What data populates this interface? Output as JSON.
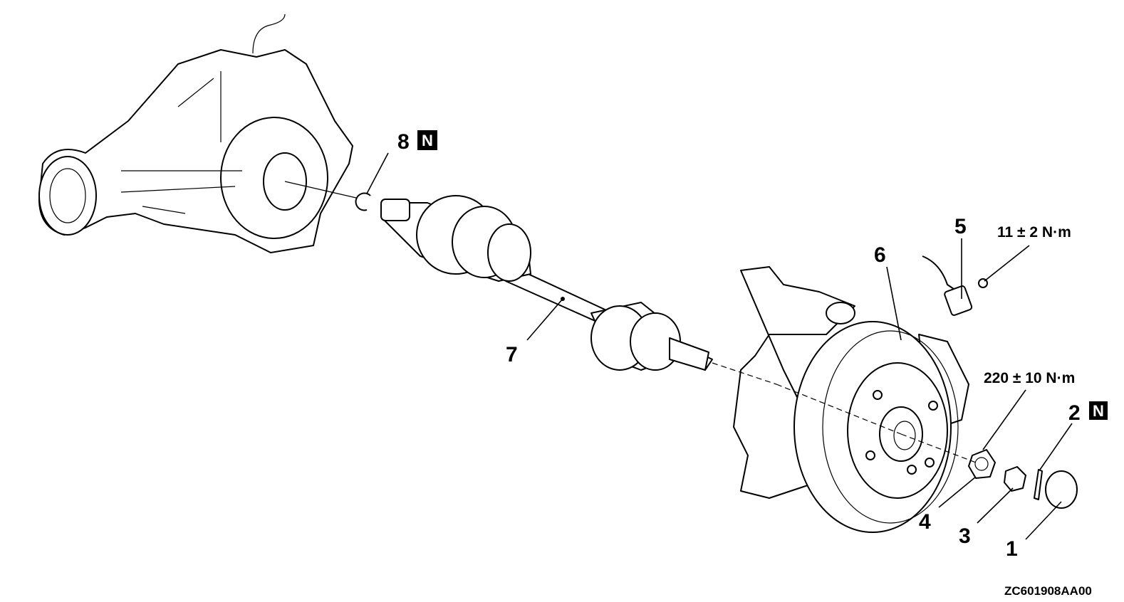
{
  "diagram": {
    "callouts": [
      {
        "number": "8",
        "badge": "N"
      },
      {
        "number": "7"
      },
      {
        "number": "6"
      },
      {
        "number": "5"
      },
      {
        "number": "4"
      },
      {
        "number": "3"
      },
      {
        "number": "2",
        "badge": "N"
      },
      {
        "number": "1"
      }
    ],
    "torques": {
      "sensor_bolt": "11 ± 2 N·m",
      "hub_nut": "220 ± 10 N·m"
    },
    "figure_code": "ZC601908AA00"
  }
}
